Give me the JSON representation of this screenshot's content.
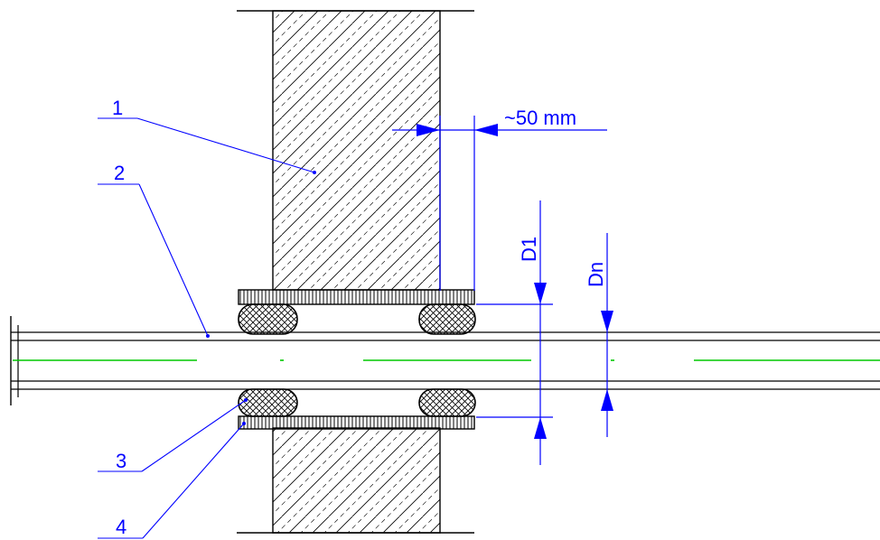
{
  "labels": {
    "callout_1": "1",
    "callout_2": "2",
    "callout_3": "3",
    "callout_4": "4",
    "gap_dimension": "~50 mm",
    "sleeve_diameter": "D1",
    "pipe_diameter": "Dn"
  },
  "colors": {
    "outline": "#000000",
    "annotation": "#0000ff",
    "centerline": "#00c800"
  }
}
